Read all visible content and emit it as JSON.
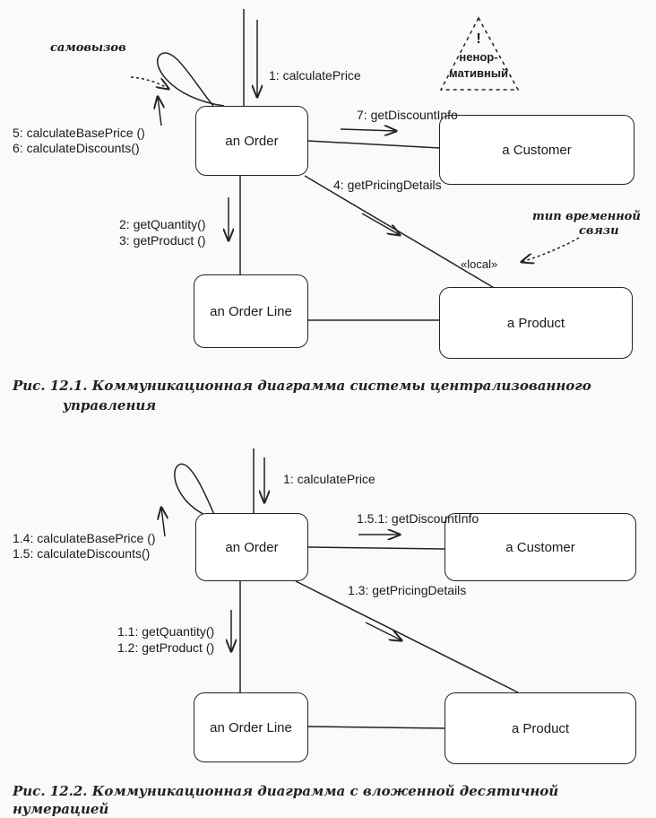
{
  "fig1": {
    "objects": {
      "order": "an Order",
      "customer": "a Customer",
      "order_line": "an Order Line",
      "product": "a Product"
    },
    "messages": {
      "m1": "1: calculatePrice",
      "m5": "5: calculateBasePrice ()",
      "m6": "6: calculateDiscounts()",
      "m7": "7: getDiscountInfo",
      "m4": "4: getPricingDetails",
      "m2": "2: getQuantity()",
      "m3": "3: getProduct ()"
    },
    "stereotype": "«local»",
    "note_self": "самовызов",
    "note_link_line1": "тип временной",
    "note_link_line2": "связи",
    "warning_mark": "!",
    "warning_line1": "ненор-",
    "warning_line2": "мативный",
    "caption_line1": "Рис. 12.1. Коммуникационная диаграмма системы централизованного",
    "caption_line2": "управления"
  },
  "fig2": {
    "objects": {
      "order": "an Order",
      "customer": "a Customer",
      "order_line": "an Order Line",
      "product": "a Product"
    },
    "messages": {
      "m1": "1: calculatePrice",
      "m14": "1.4: calculateBasePrice ()",
      "m15": "1.5: calculateDiscounts()",
      "m151": "1.5.1: getDiscountInfo",
      "m13": "1.3: getPricingDetails",
      "m11": "1.1: getQuantity()",
      "m12": "1.2: getProduct ()"
    },
    "caption": "Рис. 12.2. Коммуникационная диаграмма с вложенной десятичной нумерацией"
  }
}
